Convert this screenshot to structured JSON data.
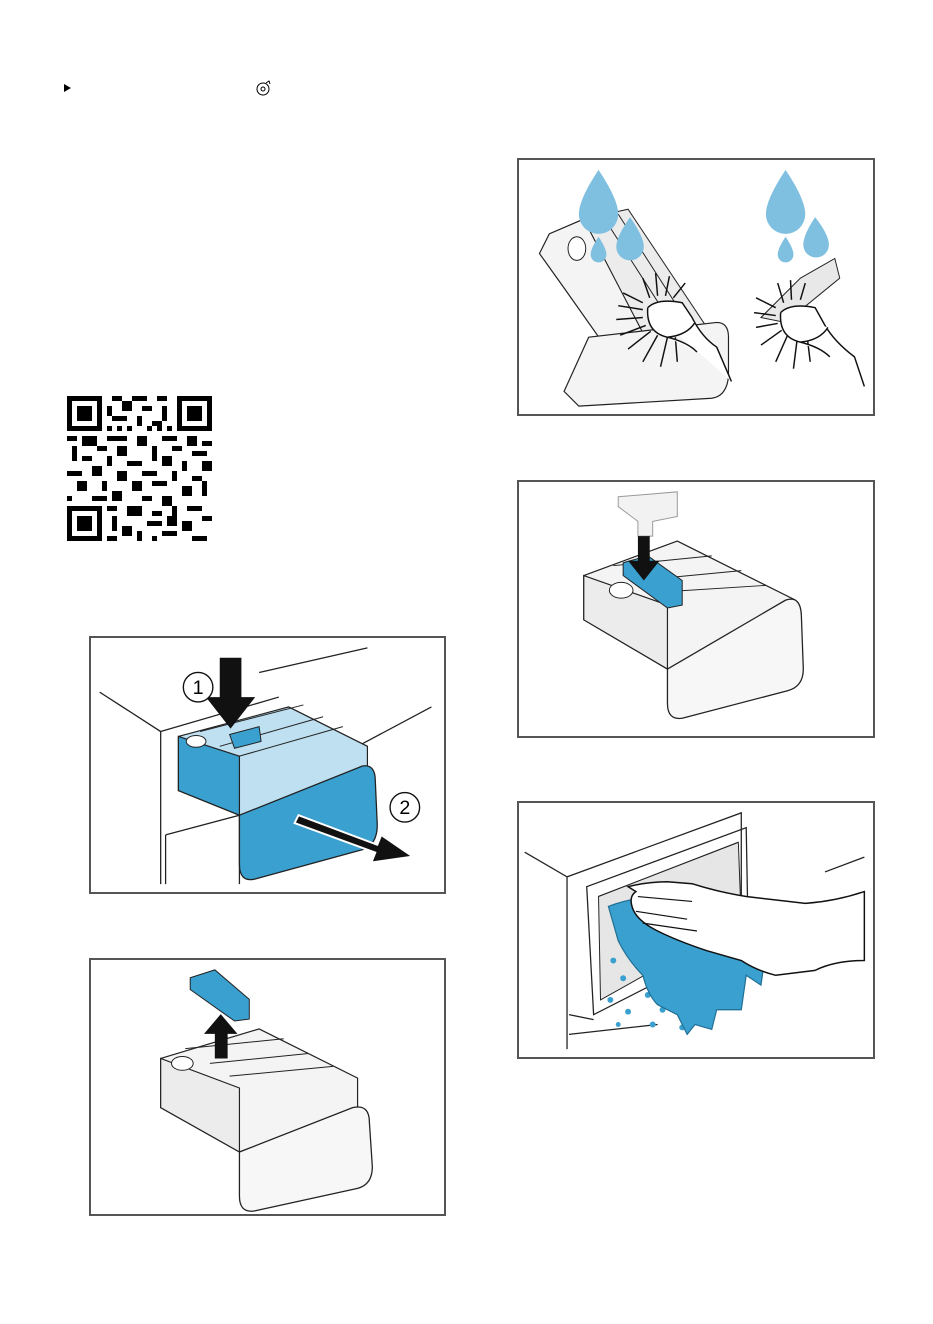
{
  "icons": {
    "step_bullet": "triangle-right-icon",
    "program_symbol": "drum-clean-symbol-icon",
    "qr": "qr-code"
  },
  "figures": [
    {
      "id": "remove-drawer",
      "callouts": [
        "1",
        "2"
      ]
    },
    {
      "id": "lift-insert"
    },
    {
      "id": "rinse-brush"
    },
    {
      "id": "reinsert-insert"
    },
    {
      "id": "wipe-recess"
    }
  ],
  "colors": {
    "accent_blue": "#3aa0cf",
    "water_drop": "#7fbfe0",
    "frame": "#555555",
    "line": "#222222"
  }
}
